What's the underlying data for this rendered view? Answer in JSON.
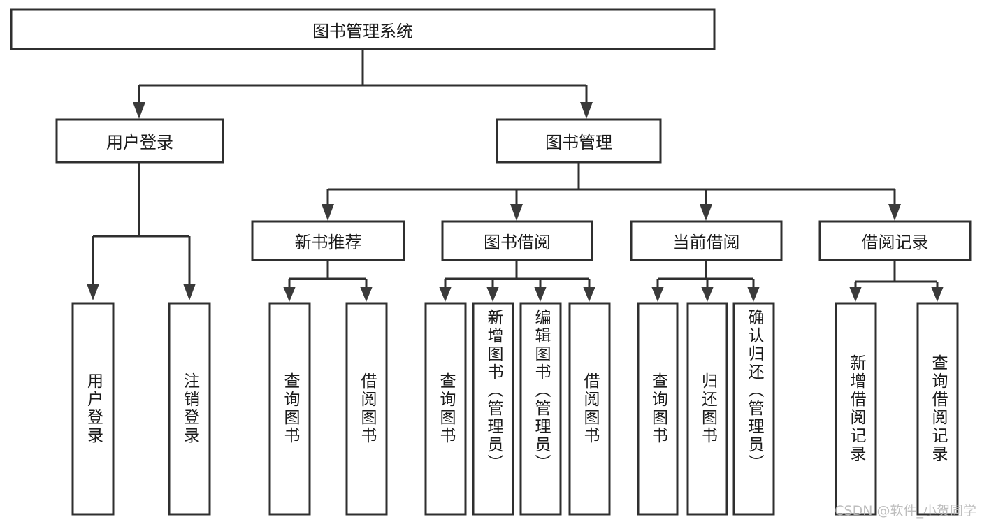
{
  "diagram": {
    "title": "图书管理系统",
    "watermark": "CSDN @软件_小贺同学",
    "type": "tree-hierarchy",
    "colors": {
      "box_stroke": "#2f2f2f",
      "box_fill": "#ffffff",
      "text": "#1a1a1a",
      "watermark": "#b9b9b9",
      "background": "#ffffff"
    },
    "nodes": {
      "root": {
        "label": "图书管理系统",
        "orientation": "horizontal",
        "level": 0
      },
      "l1": [
        {
          "id": "user-login",
          "label": "用户登录",
          "orientation": "horizontal",
          "level": 1
        },
        {
          "id": "book-manage",
          "label": "图书管理",
          "orientation": "horizontal",
          "level": 1
        }
      ],
      "l2": [
        {
          "id": "new-book-rec",
          "label": "新书推荐",
          "orientation": "horizontal",
          "level": 2
        },
        {
          "id": "book-borrow",
          "label": "图书借阅",
          "orientation": "horizontal",
          "level": 2
        },
        {
          "id": "current-borrow",
          "label": "当前借阅",
          "orientation": "horizontal",
          "level": 2
        },
        {
          "id": "borrow-record",
          "label": "借阅记录",
          "orientation": "horizontal",
          "level": 2
        }
      ],
      "leaves": {
        "user-login": [
          {
            "id": "leaf-user-login",
            "label": "用户登录",
            "orientation": "vertical"
          },
          {
            "id": "leaf-user-logout",
            "label": "注销登录",
            "orientation": "vertical"
          }
        ],
        "new-book-rec": [
          {
            "id": "leaf-query-book-1",
            "label": "查询图书",
            "orientation": "vertical"
          },
          {
            "id": "leaf-borrow-book-1",
            "label": "借阅图书",
            "orientation": "vertical"
          }
        ],
        "book-borrow": [
          {
            "id": "leaf-query-book-2",
            "label": "查询图书",
            "orientation": "vertical"
          },
          {
            "id": "leaf-add-book",
            "label": "新增图书（管理员）",
            "orientation": "vertical"
          },
          {
            "id": "leaf-edit-book",
            "label": "编辑图书（管理员）",
            "orientation": "vertical"
          },
          {
            "id": "leaf-borrow-book-2",
            "label": "借阅图书",
            "orientation": "vertical"
          }
        ],
        "current-borrow": [
          {
            "id": "leaf-query-book-3",
            "label": "查询图书",
            "orientation": "vertical"
          },
          {
            "id": "leaf-return-book",
            "label": "归还图书",
            "orientation": "vertical"
          },
          {
            "id": "leaf-confirm-return",
            "label": "确认归还（管理员）",
            "orientation": "vertical"
          }
        ],
        "borrow-record": [
          {
            "id": "leaf-add-record",
            "label": "新增借阅记录",
            "orientation": "vertical"
          },
          {
            "id": "leaf-query-record",
            "label": "查询借阅记录",
            "orientation": "vertical"
          }
        ]
      }
    }
  }
}
